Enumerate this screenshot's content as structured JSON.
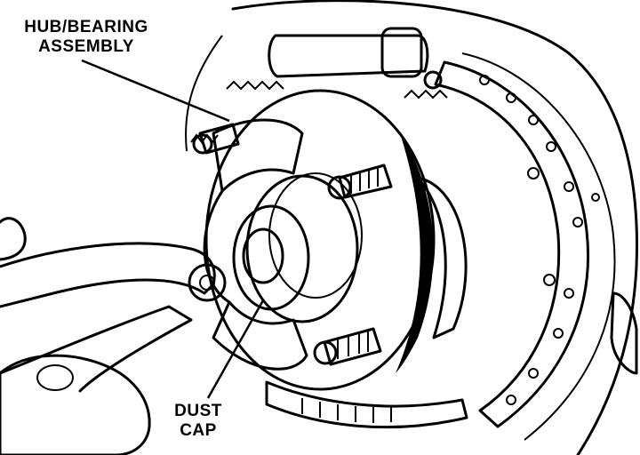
{
  "labels": {
    "hub_bearing_line1": "HUB/BEARING",
    "hub_bearing_line2": "ASSEMBLY",
    "dust_cap_line1": "DUST",
    "dust_cap_line2": "CAP"
  },
  "colors": {
    "ink": "#000000",
    "paper": "#ffffff"
  }
}
